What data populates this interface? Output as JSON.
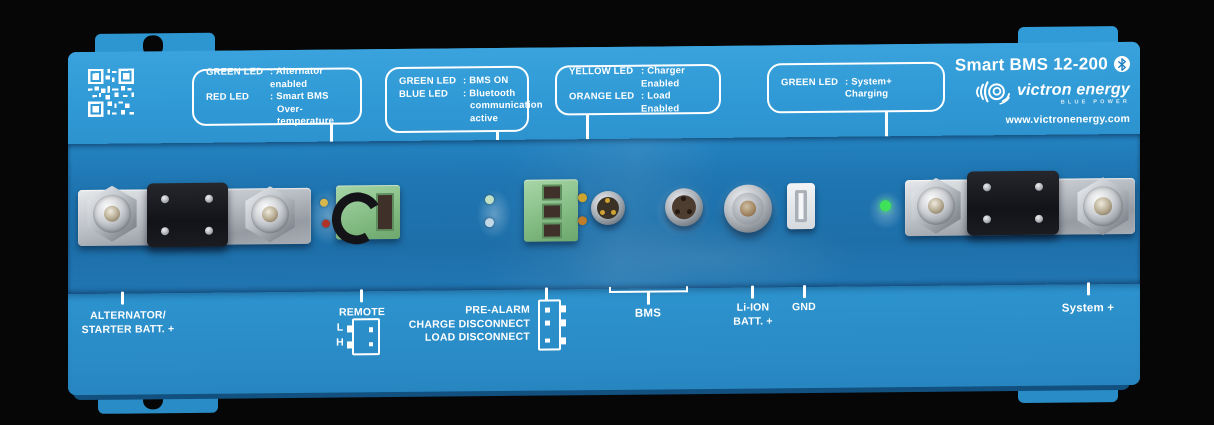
{
  "device": {
    "model": "Smart BMS 12-200",
    "brand": "victron energy",
    "brand_tagline": "BLUE POWER",
    "website": "www.victronenergy.com"
  },
  "led_callouts": [
    {
      "lines": [
        {
          "led": "GREEN LED",
          "desc": ": Alternator enabled"
        },
        {
          "led": "RED LED",
          "desc": ": Smart BMS"
        },
        {
          "led": "",
          "desc": "Over-temperature"
        }
      ]
    },
    {
      "lines": [
        {
          "led": "GREEN LED",
          "desc": ": BMS ON"
        },
        {
          "led": "BLUE LED",
          "desc": ": Bluetooth"
        },
        {
          "led": "",
          "desc": "communication"
        },
        {
          "led": "",
          "desc": "active"
        }
      ]
    },
    {
      "lines": [
        {
          "led": "YELLOW LED",
          "desc": ": Charger Enabled"
        },
        {
          "led": "ORANGE LED",
          "desc": ": Load Enabled"
        }
      ]
    },
    {
      "lines": [
        {
          "led": "GREEN LED",
          "desc": ": System+ Charging"
        }
      ]
    }
  ],
  "terminal_labels": {
    "alternator_line1": "ALTERNATOR/",
    "alternator_line2": "STARTER BATT. +",
    "remote": "REMOTE",
    "remote_low": "L",
    "remote_high": "H",
    "pre_alarm": "PRE-ALARM",
    "charge_disconnect": "CHARGE DISCONNECT",
    "load_disconnect": "LOAD DISCONNECT",
    "bms": "BMS",
    "li_ion_line1": "Li-ION",
    "li_ion_line2": "BATT. +",
    "gnd": "GND",
    "system_plus": "System +"
  },
  "colors": {
    "background": "#060607",
    "panel_blue": "#2f97d2",
    "strip_blue": "#1e73ae",
    "label_white": "#ffffff",
    "connector_green": "#8cc48c",
    "led_green_on": "#3fe05a"
  }
}
